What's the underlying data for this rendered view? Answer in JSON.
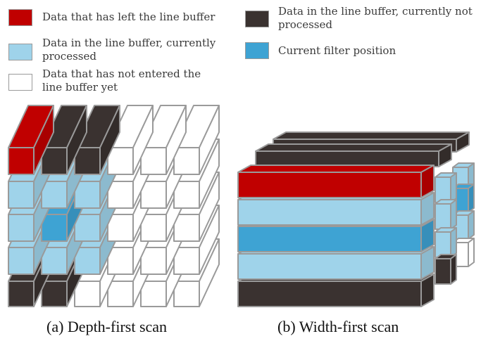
{
  "legend": {
    "left_out": {
      "text": "Data that has left the line buffer",
      "color": "#c00000"
    },
    "in_buffer_processed": {
      "text": "Data in the line buffer, currently processed",
      "color": "#9fd3ea"
    },
    "not_entered": {
      "text": "Data that has not entered the line buffer yet",
      "color": "#ffffff"
    },
    "in_buffer_not_processed": {
      "text": "Data in the line buffer, currently not processed",
      "color": "#3a3230"
    },
    "filter_position": {
      "text": "Current filter position",
      "color": "#3ea3d3"
    }
  },
  "captions": {
    "a": "(a) Depth-first scan",
    "b": "(b) Width-first scan"
  },
  "colors": {
    "red": "#c00000",
    "dark": "#3a3230",
    "light_blue": "#9fd3ea",
    "blue": "#3ea3d3",
    "white": "#ffffff",
    "stroke": "#9a9a9a"
  }
}
